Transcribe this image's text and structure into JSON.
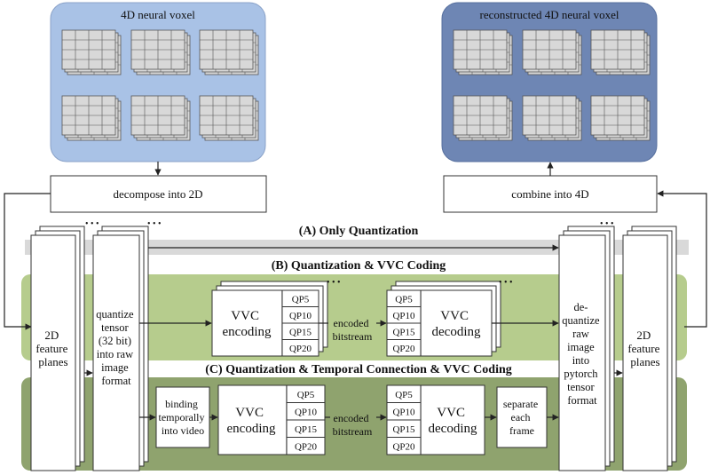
{
  "colors": {
    "voxel_panel": "#a9c2e6",
    "reconstructed_panel": "#6e86b4",
    "band_a": "#d9d9d9",
    "band_b": "#b6cc8d",
    "band_c": "#8fa36e",
    "grid_cell": "#d8d8d8"
  },
  "voxel": {
    "title": "4D neural voxel"
  },
  "reconstructed": {
    "title": "reconstructed 4D neural voxel"
  },
  "decompose": {
    "label": "decompose into 2D"
  },
  "combine": {
    "label": "combine into 4D"
  },
  "sections": {
    "a": "(A) Only Quantization",
    "b": "(B) Quantization & VVC Coding",
    "c": "(C) Quantization & Temporal Connection & VVC Coding"
  },
  "left_planes": {
    "lines": [
      "2D",
      "feature",
      "planes"
    ]
  },
  "quantize": {
    "lines": [
      "quantize",
      "tensor",
      "(32 bit)",
      "into raw",
      "image",
      "format"
    ]
  },
  "dequantize": {
    "lines": [
      "de-",
      "quantize",
      "raw",
      "image",
      "into",
      "pytorch",
      "tensor",
      "format"
    ]
  },
  "right_planes": {
    "lines": [
      "2D",
      "feature",
      "planes"
    ]
  },
  "vvc": {
    "encoding": [
      "VVC",
      "encoding"
    ],
    "decoding": [
      "VVC",
      "decoding"
    ],
    "qp": [
      "QP5",
      "QP10",
      "QP15",
      "QP20"
    ],
    "bitstream": [
      "encoded",
      "bitstream"
    ]
  },
  "binding": {
    "lines": [
      "binding",
      "temporally",
      "into video"
    ]
  },
  "separate": {
    "lines": [
      "separate",
      "each",
      "frame"
    ]
  },
  "ellipsis": "• • •"
}
